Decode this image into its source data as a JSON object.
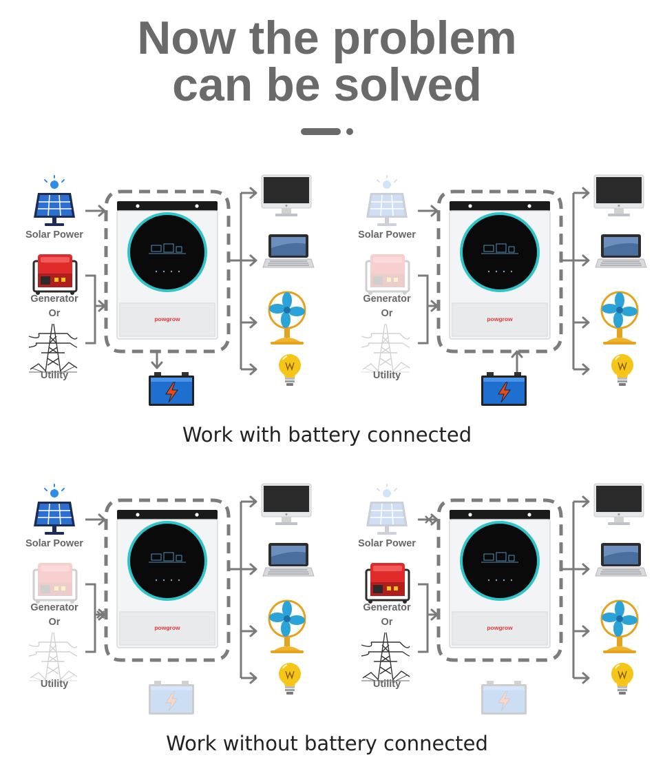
{
  "title": {
    "line1": "Now the problem",
    "line2": "can be solved"
  },
  "labels": {
    "solar": "Solar Power",
    "generator": "Generator",
    "or": "Or",
    "utility": "Utility"
  },
  "brand": "powgrow",
  "captions": {
    "top": "Work with battery connected",
    "bottom": "Work without battery connected"
  },
  "diagrams": [
    {
      "solar_active": true,
      "generator_active": true,
      "utility_active": true,
      "battery_active": true,
      "battery_flow": "charge",
      "solar_cut": false,
      "grid_cut": false
    },
    {
      "solar_active": false,
      "generator_active": false,
      "utility_active": false,
      "battery_active": true,
      "battery_flow": "discharge",
      "solar_cut": false,
      "grid_cut": false
    },
    {
      "solar_active": true,
      "generator_active": false,
      "utility_active": false,
      "battery_active": false,
      "battery_flow": "none",
      "solar_cut": false,
      "grid_cut": true
    },
    {
      "solar_active": false,
      "generator_active": true,
      "utility_active": true,
      "battery_active": false,
      "battery_flow": "none",
      "solar_cut": true,
      "grid_cut": false
    }
  ],
  "colors": {
    "title": "#6a6a6a",
    "line": "#7a7a7a",
    "ring": "#2ec4c8",
    "battery": "#1e6fd0",
    "bolt": "#e64a19",
    "bulb": "#f5c518",
    "brand": "#e53935",
    "fan": "#29a3d8"
  }
}
